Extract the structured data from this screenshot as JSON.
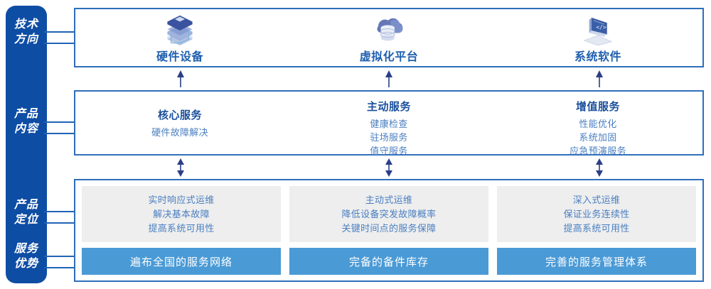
{
  "rail": {
    "labels": [
      {
        "name": "technology-direction",
        "line1": "技术",
        "line2": "方向"
      },
      {
        "name": "product-content",
        "line1": "产品",
        "line2": "内容"
      },
      {
        "name": "product-positioning",
        "line1": "产品",
        "line2": "定位"
      },
      {
        "name": "service-advantage",
        "line1": "服务",
        "line2": "优势"
      }
    ],
    "color": "#0e4da4"
  },
  "technology": {
    "items": [
      {
        "icon": "server-stack-icon",
        "label": "硬件设备"
      },
      {
        "icon": "cloud-database-icon",
        "label": "虚拟化平台"
      },
      {
        "icon": "laptop-code-icon",
        "label": "系统软件"
      }
    ],
    "label_color": "#1f5fae"
  },
  "product_content": {
    "columns": [
      {
        "title": "核心服务",
        "items": [
          "硬件故障解决"
        ]
      },
      {
        "title": "主动服务",
        "items": [
          "健康检查",
          "驻场服务",
          "值守服务"
        ]
      },
      {
        "title": "增值服务",
        "items": [
          "性能优化",
          "系统加固",
          "应急预演服务"
        ]
      }
    ],
    "title_color": "#1a4f9c",
    "item_color": "#4a7fc1"
  },
  "product_positioning": {
    "boxes": [
      {
        "lines": [
          "实时响应式运维",
          "解决基本故障",
          "提高系统可用性"
        ]
      },
      {
        "lines": [
          "主动式运维",
          "降低设备突发故障概率",
          "关键时间点的服务保障"
        ]
      },
      {
        "lines": [
          "深入式运维",
          "保证业务连续性",
          "提高系统可用性"
        ]
      }
    ],
    "background": "#eeeeee",
    "text_color": "#4a7fc1"
  },
  "service_advantage": {
    "bars": [
      {
        "label": "遍布全国的服务网络"
      },
      {
        "label": "完备的备件库存"
      },
      {
        "label": "完善的服务管理体系"
      }
    ],
    "background": "#4a9ad6",
    "text_color": "#ffffff"
  },
  "arrows": {
    "tech_to_content": "up-arrow",
    "content_to_bottom": "double-arrow"
  }
}
